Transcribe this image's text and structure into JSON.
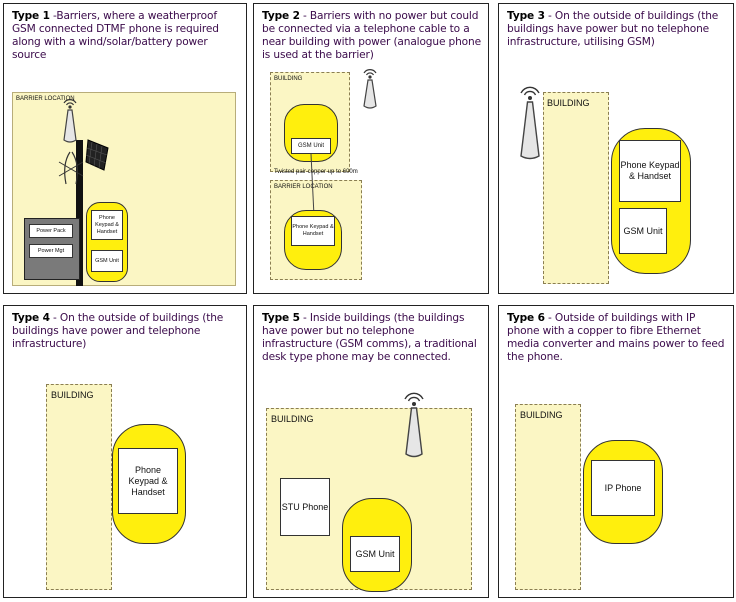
{
  "panels": [
    {
      "title": "Type 1",
      "text": " -Barriers, where a weatherproof GSM connected DTMF phone is required along with a wind/solar/battery power source",
      "labels": {
        "barrier_location": "BARRIER LOCATION",
        "power_pack": "Power Pack",
        "power_mgt": "Power Mgt",
        "phone_keypad": "Phone Keypad & Handset",
        "gsm_unit": "GSM Unit"
      }
    },
    {
      "title": "Type 2",
      "text": " - Barriers with no power but could be connected via a telephone cable to a near building with power (analogue phone is used at the barrier)",
      "labels": {
        "building": "BUILDING",
        "gsm_unit": "GSM Unit",
        "twisted_pair": "Twisted pair copper up to 600m",
        "barrier_location": "BARRIER LOCATION",
        "phone_keypad": "Phone Keypad & Handset"
      }
    },
    {
      "title": "Type 3",
      "text": " - On the outside of buildings (the buildings have power but no telephone infrastructure, utilising GSM)",
      "labels": {
        "building": "BUILDING",
        "phone_keypad": "Phone Keypad & Handset",
        "gsm_unit": "GSM Unit"
      }
    },
    {
      "title": "Type 4",
      "text": " - On the outside of buildings (the buildings have power and telephone infrastructure)",
      "labels": {
        "building": "BUILDING",
        "phone_keypad": "Phone Keypad & Handset"
      }
    },
    {
      "title": "Type 5",
      "text": " - Inside buildings (the buildings have power but no telephone infrastructure (GSM comms), a traditional desk type phone may be connected.",
      "labels": {
        "building": "BUILDING",
        "stu_phone": "STU Phone",
        "gsm_unit": "GSM Unit"
      }
    },
    {
      "title": "Type 6",
      "text": " - Outside of buildings with IP phone with a copper to fibre Ethernet media converter and mains power to feed the phone.",
      "labels": {
        "building": "BUILDING",
        "ip_phone": "IP Phone"
      }
    }
  ]
}
